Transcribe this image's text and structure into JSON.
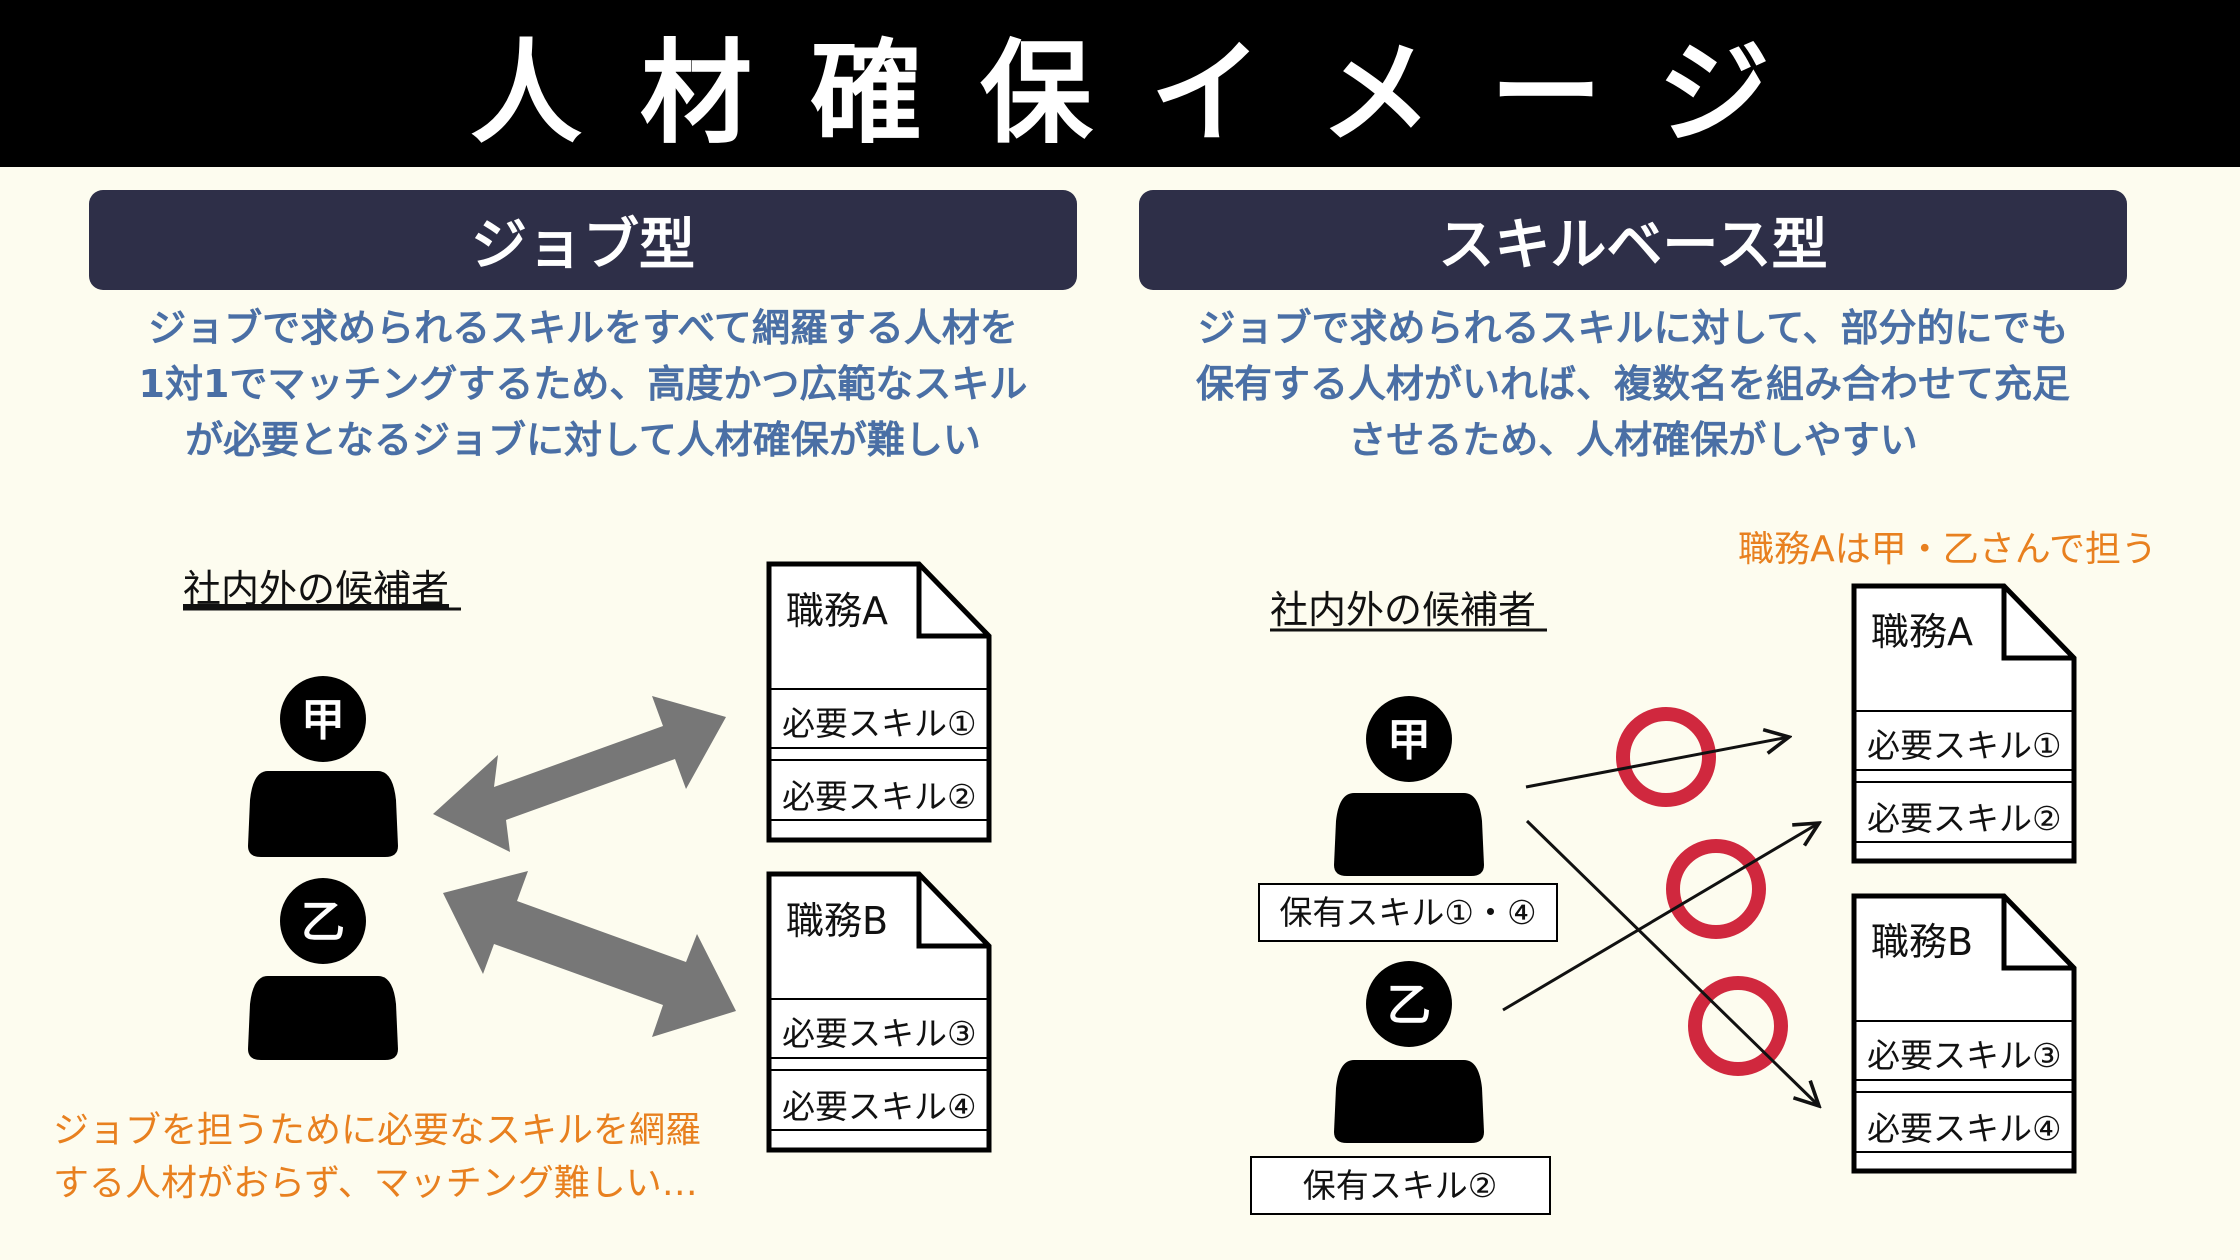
{
  "title": "人材確保イメージ",
  "colors": {
    "header_bg": "#2e2f48",
    "desc_text": "#4a6fa5",
    "accent_orange": "#e8801f",
    "circle_red": "#d0283e",
    "arrow_gray": "#777777",
    "background": "#fdfcef"
  },
  "left": {
    "header": "ジョブ型",
    "description": [
      "ジョブで求められるスキルをすべて網羅する人材を",
      "1対1でマッチングするため、高度かつ広範なスキル",
      "が必要となるジョブに対して人材確保が難しい"
    ],
    "candidates_label": "社内外の候補者",
    "persons": [
      "甲",
      "乙"
    ],
    "jobs": [
      {
        "title": "職務A",
        "skills": [
          "必要スキル①",
          "必要スキル②"
        ]
      },
      {
        "title": "職務B",
        "skills": [
          "必要スキル③",
          "必要スキル④"
        ]
      }
    ],
    "note": [
      "ジョブを担うために必要なスキルを網羅",
      "する人材がおらず、マッチング難しい…"
    ]
  },
  "right": {
    "header": "スキルベース型",
    "description": [
      "ジョブで求められるスキルに対して、部分的にでも",
      "保有する人材がいれば、複数名を組み合わせて充足",
      "させるため、人材確保がしやすい"
    ],
    "candidates_label": "社内外の候補者",
    "persons": [
      {
        "name": "甲",
        "skills": "保有スキル①・④"
      },
      {
        "name": "乙",
        "skills": "保有スキル②"
      }
    ],
    "annotation": "職務Aは甲・乙さんで担う",
    "jobs": [
      {
        "title": "職務A",
        "skills": [
          "必要スキル①",
          "必要スキル②"
        ]
      },
      {
        "title": "職務B",
        "skills": [
          "必要スキル③",
          "必要スキル④"
        ]
      }
    ]
  }
}
